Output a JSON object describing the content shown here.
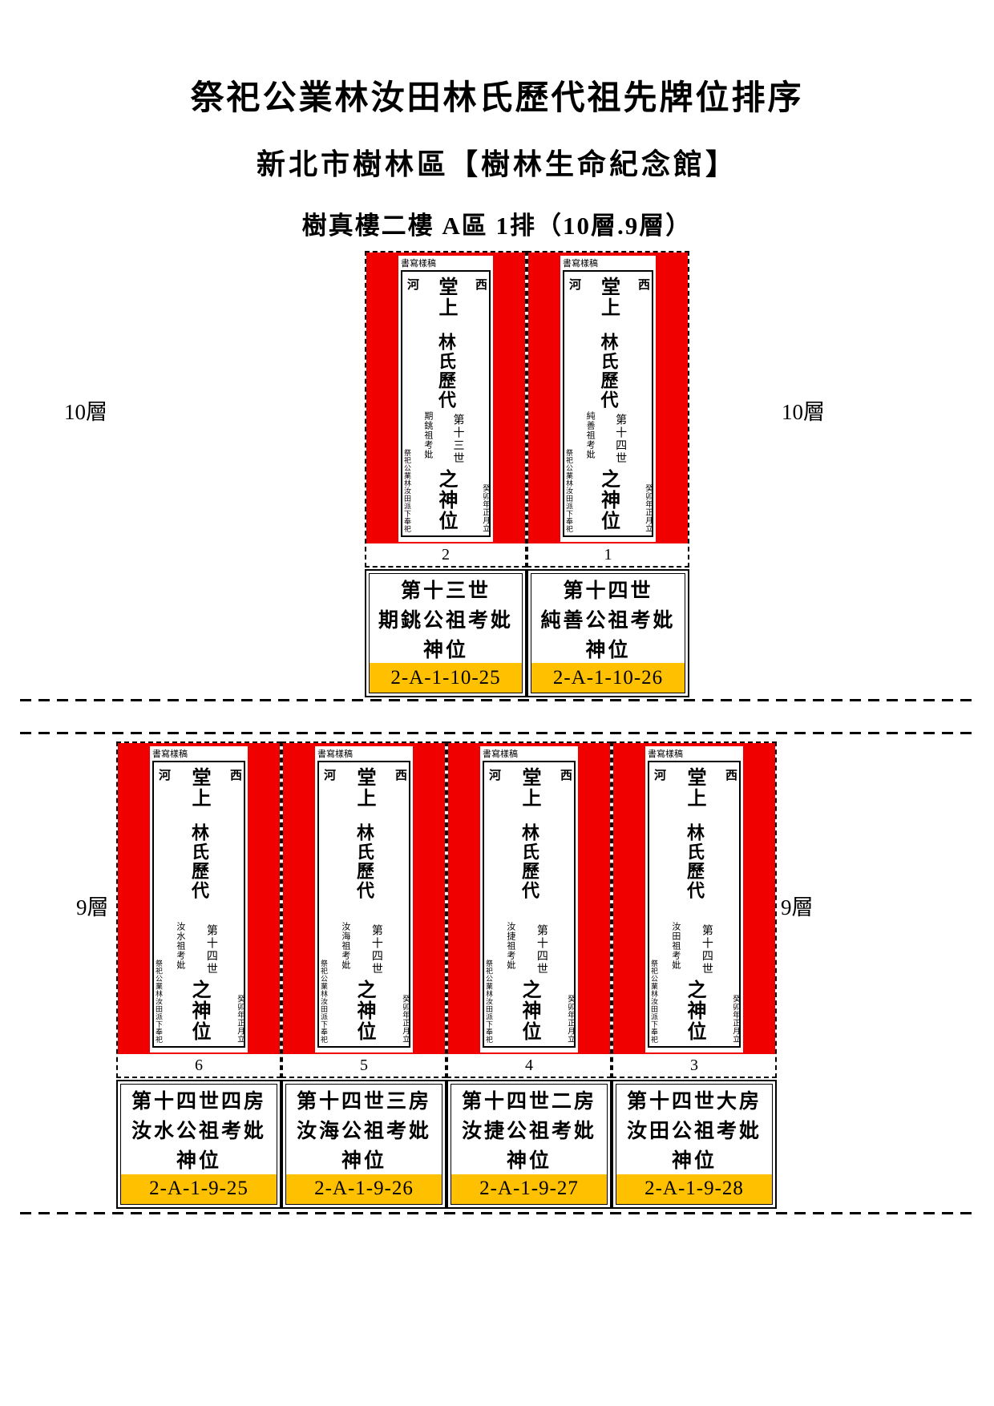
{
  "page": {
    "title": "祭祀公業林汝田林氏歷代祖先牌位排序",
    "subtitle": "新北市樹林區【樹林生命紀念館】",
    "section": "樹真樓二樓 A區 1排（10層.9層）"
  },
  "colors": {
    "tablet_red": "#f10000",
    "id_orange": "#ffc000"
  },
  "levels": [
    {
      "left_label": "10層",
      "right_label": "10層",
      "tablets": [
        {
          "draft_note": "書寫樣稿",
          "hall_right_char": "西",
          "hall_left_char": "河",
          "header": "堂上",
          "lineage": "林氏歷代",
          "generation": "第十三世",
          "ancestor": "期銚祖考妣",
          "ending": "之神位",
          "dedication": "祭祀公業林汝田派下奉祀",
          "date": "癸卯年正月立",
          "number": "2",
          "label_line1": "第十三世",
          "label_line2": "期銚公祖考妣",
          "label_line3": "神位",
          "position_id": "2-A-1-10-25"
        },
        {
          "draft_note": "書寫樣稿",
          "hall_right_char": "西",
          "hall_left_char": "河",
          "header": "堂上",
          "lineage": "林氏歷代",
          "generation": "第十四世",
          "ancestor": "純善祖考妣",
          "ending": "之神位",
          "dedication": "祭祀公業林汝田派下奉祀",
          "date": "癸卯年正月立",
          "number": "1",
          "label_line1": "第十四世",
          "label_line2": "純善公祖考妣",
          "label_line3": "神位",
          "position_id": "2-A-1-10-26"
        }
      ]
    },
    {
      "left_label": "9層",
      "right_label": "9層",
      "tablets": [
        {
          "draft_note": "書寫樣稿",
          "hall_right_char": "西",
          "hall_left_char": "河",
          "header": "堂上",
          "lineage": "林氏歷代",
          "generation": "第十四世",
          "ancestor": "汝水祖考妣",
          "ending": "之神位",
          "dedication": "祭祀公業林汝田派下奉祀",
          "date": "癸卯年正月立",
          "number": "6",
          "label_line1": "第十四世四房",
          "label_line2": "汝水公祖考妣",
          "label_line3": "神位",
          "position_id": "2-A-1-9-25"
        },
        {
          "draft_note": "書寫樣稿",
          "hall_right_char": "西",
          "hall_left_char": "河",
          "header": "堂上",
          "lineage": "林氏歷代",
          "generation": "第十四世",
          "ancestor": "汝海祖考妣",
          "ending": "之神位",
          "dedication": "祭祀公業林汝田派下奉祀",
          "date": "癸卯年正月立",
          "number": "5",
          "label_line1": "第十四世三房",
          "label_line2": "汝海公祖考妣",
          "label_line3": "神位",
          "position_id": "2-A-1-9-26"
        },
        {
          "draft_note": "書寫樣稿",
          "hall_right_char": "西",
          "hall_left_char": "河",
          "header": "堂上",
          "lineage": "林氏歷代",
          "generation": "第十四世",
          "ancestor": "汝捷祖考妣",
          "ending": "之神位",
          "dedication": "祭祀公業林汝田派下奉祀",
          "date": "癸卯年正月立",
          "number": "4",
          "label_line1": "第十四世二房",
          "label_line2": "汝捷公祖考妣",
          "label_line3": "神位",
          "position_id": "2-A-1-9-27"
        },
        {
          "draft_note": "書寫樣稿",
          "hall_right_char": "西",
          "hall_left_char": "河",
          "header": "堂上",
          "lineage": "林氏歷代",
          "generation": "第十四世",
          "ancestor": "汝田祖考妣",
          "ending": "之神位",
          "dedication": "祭祀公業林汝田派下奉祀",
          "date": "癸卯年正月立",
          "number": "3",
          "label_line1": "第十四世大房",
          "label_line2": "汝田公祖考妣",
          "label_line3": "神位",
          "position_id": "2-A-1-9-28"
        }
      ]
    }
  ]
}
